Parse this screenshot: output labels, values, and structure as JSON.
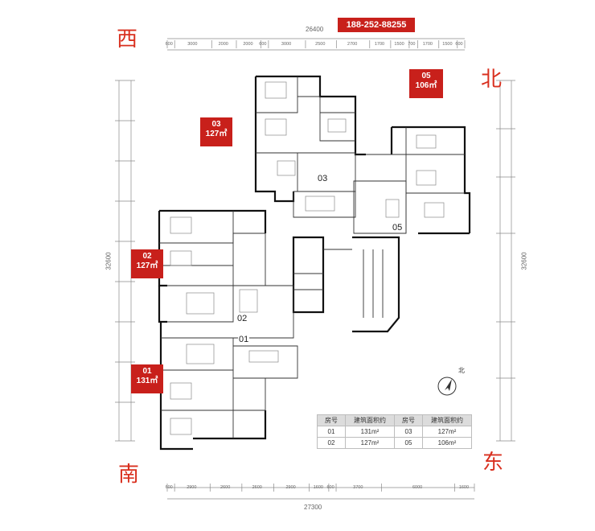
{
  "directions": {
    "west": "西",
    "north": "北",
    "south": "南",
    "east": "东"
  },
  "phone": "188-252-88255",
  "units": [
    {
      "id": "03",
      "area": "127㎡"
    },
    {
      "id": "05",
      "area": "106㎡"
    },
    {
      "id": "02",
      "area": "127㎡"
    },
    {
      "id": "01",
      "area": "131㎡"
    }
  ],
  "plan_labels": [
    "03",
    "05",
    "02",
    "01"
  ],
  "dimensions": {
    "top_total": "26400",
    "bottom_total": "27300",
    "left_total": "32600",
    "right_total": "32600",
    "top_segments": [
      "600",
      "3000",
      "2000",
      "2000",
      "600",
      "3000",
      "2500",
      "2700",
      "1700",
      "1500",
      "700",
      "1700",
      "1500",
      "600"
    ],
    "bottom_segments": [
      "600",
      "2900",
      "2600",
      "2600",
      "2900",
      "1600",
      "600",
      "3700",
      "6000",
      "1600"
    ]
  },
  "compass_label": "北",
  "area_table": {
    "headers": [
      "房号",
      "建筑面积约",
      "房号",
      "建筑面积约"
    ],
    "rows": [
      [
        "01",
        "131m²",
        "03",
        "127m²"
      ],
      [
        "02",
        "127m²",
        "05",
        "106m²"
      ]
    ]
  },
  "colors": {
    "accent": "#c8201b",
    "direction": "#d9301f",
    "wall": "#111111"
  }
}
